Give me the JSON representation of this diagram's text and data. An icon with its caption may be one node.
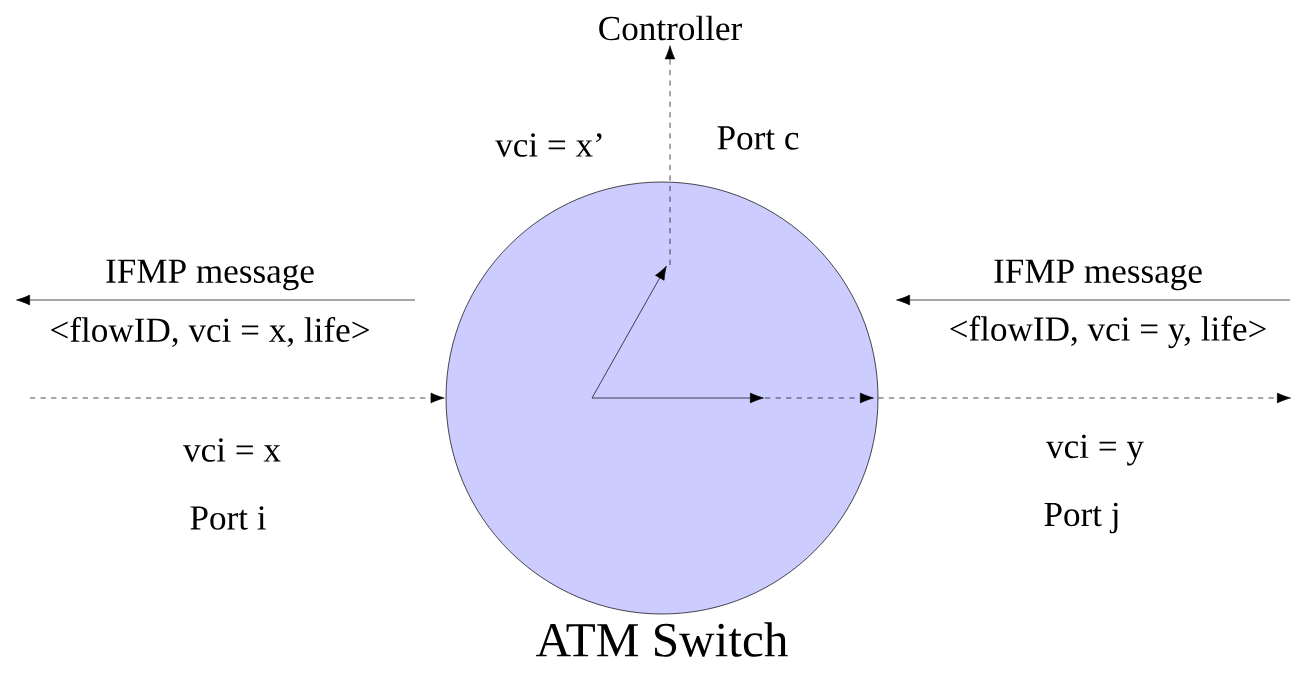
{
  "diagram": {
    "nodes": [
      {
        "text": [
          "Controller"
        ]
      },
      {
        "text": [
          "ATM Switch"
        ]
      }
    ],
    "edges": [
      {
        "from": null,
        "to": 1,
        "arrow": "to",
        "style": "dashed"
      },
      {
        "from": 1,
        "to": null,
        "arrow": "to",
        "style": "dashed"
      },
      {
        "from": 1,
        "to": 0,
        "arrow": "to",
        "style": "dashed"
      }
    ],
    "labels": [
      "vci = x’",
      "Port c",
      "IFMP message",
      "<flowID, vci = x, life>",
      "IFMP message",
      "<flowID, vci = y, life>",
      "vci = x",
      "Port i",
      "vci = y",
      "Port j"
    ]
  }
}
